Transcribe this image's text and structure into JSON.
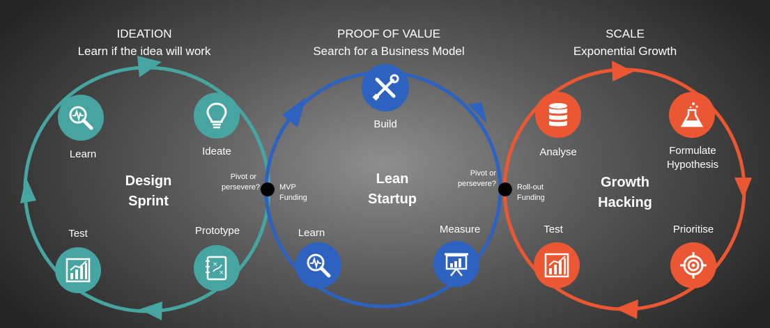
{
  "colors": {
    "teal": "#47a5a1",
    "blue": "#2d62c0",
    "red": "#ea5732",
    "text": "#ffffff",
    "dot": "#000000"
  },
  "phases": {
    "ideation": {
      "title": "IDEATION",
      "subtitle": "Learn if the idea will work",
      "center": [
        "Design",
        "Sprint"
      ],
      "steps": {
        "learn": "Learn",
        "ideate": "Ideate",
        "test": "Test",
        "prototype": "Prototype"
      }
    },
    "proof_of_value": {
      "title": "PROOF OF VALUE",
      "subtitle": "Search for a Business Model",
      "center": [
        "Lean",
        "Startup"
      ],
      "steps": {
        "build": "Build",
        "learn": "Learn",
        "measure": "Measure"
      }
    },
    "scale": {
      "title": "SCALE",
      "subtitle": "Exponential Growth",
      "center": [
        "Growth",
        "Hacking"
      ],
      "steps": {
        "analyse": "Analyse",
        "formulate": [
          "Formulate",
          "Hypothesis"
        ],
        "test": "Test",
        "prioritise": "Prioritise"
      }
    }
  },
  "decision_points": {
    "first": {
      "question": [
        "Pivot or",
        "persevere?"
      ],
      "outcome": [
        "MVP",
        "Funding"
      ]
    },
    "second": {
      "question": [
        "Pivot or",
        "persevere?"
      ],
      "outcome": [
        "Roll-out",
        "Funding"
      ]
    }
  },
  "icons": {
    "ideation": [
      "magnifier-chart-icon",
      "lightbulb-icon",
      "bar-chart-icon",
      "prototype-sketch-icon"
    ],
    "proof_of_value": [
      "wrench-screwdriver-icon",
      "magnifier-chart-icon",
      "presentation-chart-icon"
    ],
    "scale": [
      "database-icon",
      "flask-icon",
      "bar-chart-icon",
      "target-icon"
    ]
  }
}
